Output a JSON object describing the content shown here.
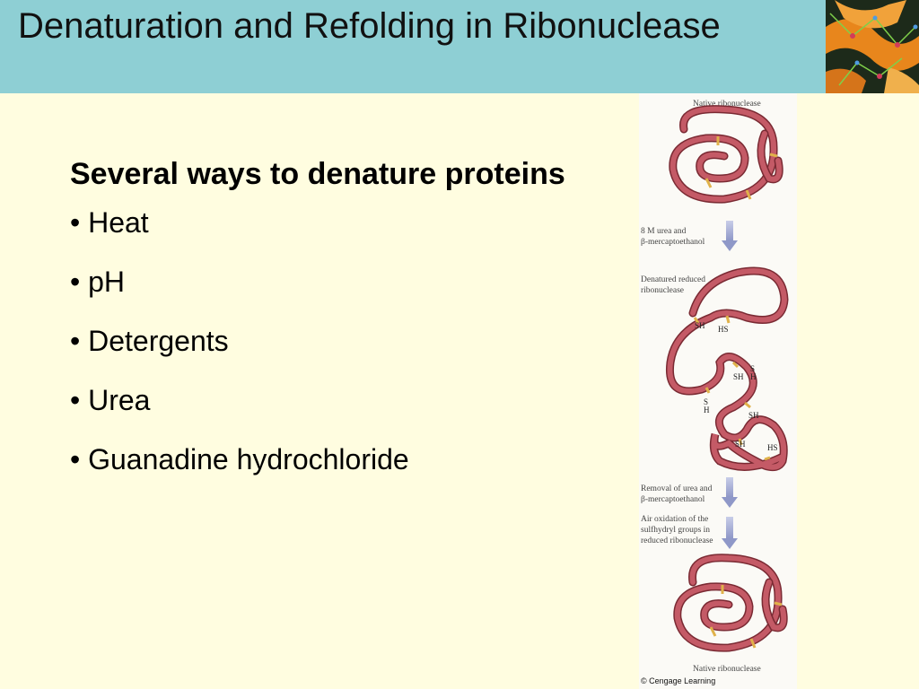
{
  "slide": {
    "title": "Denaturation and Refolding in Ribonuclease",
    "subtitle": "Several ways to denature proteins",
    "bullets": [
      "• Heat",
      "• pH",
      "• Detergents",
      "• Urea",
      "• Guanadine hydrochloride"
    ]
  },
  "figure": {
    "top_caption": "Native ribonuclease",
    "step1": [
      "8 M urea and",
      "β-mercaptoethanol"
    ],
    "denatured_caption": [
      "Denatured reduced",
      "ribonuclease"
    ],
    "sh_labels": [
      "SH",
      "HS",
      "S",
      "H",
      "SH",
      "S",
      "H",
      "SH",
      "SH",
      "HS"
    ],
    "step2": [
      "Removal of urea and",
      "β-mercaptoethanol"
    ],
    "step3": [
      "Air oxidation of the",
      "sulfhydryl groups in",
      "reduced ribonuclease"
    ],
    "bottom_caption": "Native ribonuclease",
    "credit": "© Cengage Learning"
  },
  "colors": {
    "header_bg": "#8ecfd4",
    "slide_bg": "#fffde0",
    "chain": "#b84a55",
    "disulfide": "#e0b24a",
    "arrow": "#8f98c8"
  }
}
